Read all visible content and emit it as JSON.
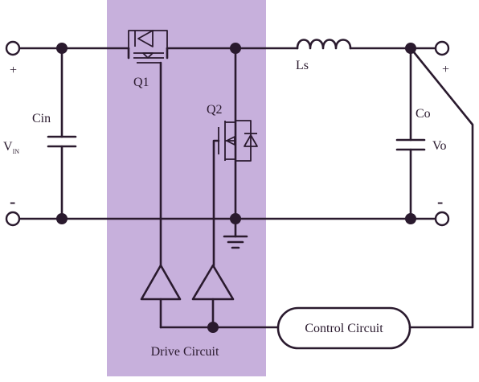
{
  "diagram": {
    "labels": {
      "plus_in": "+",
      "minus_in": "-",
      "plus_out": "+",
      "minus_out": "-",
      "cin": "Cin",
      "vin_main": "V",
      "vin_sub": "IN",
      "q1": "Q1",
      "q2": "Q2",
      "ls": "Ls",
      "co": "Co",
      "vo": "Vo",
      "control": "Control Circuit",
      "drive": "Drive Circuit"
    },
    "colors": {
      "drive_region": "#c7b0dc",
      "wire": "#2a1a2e"
    }
  }
}
